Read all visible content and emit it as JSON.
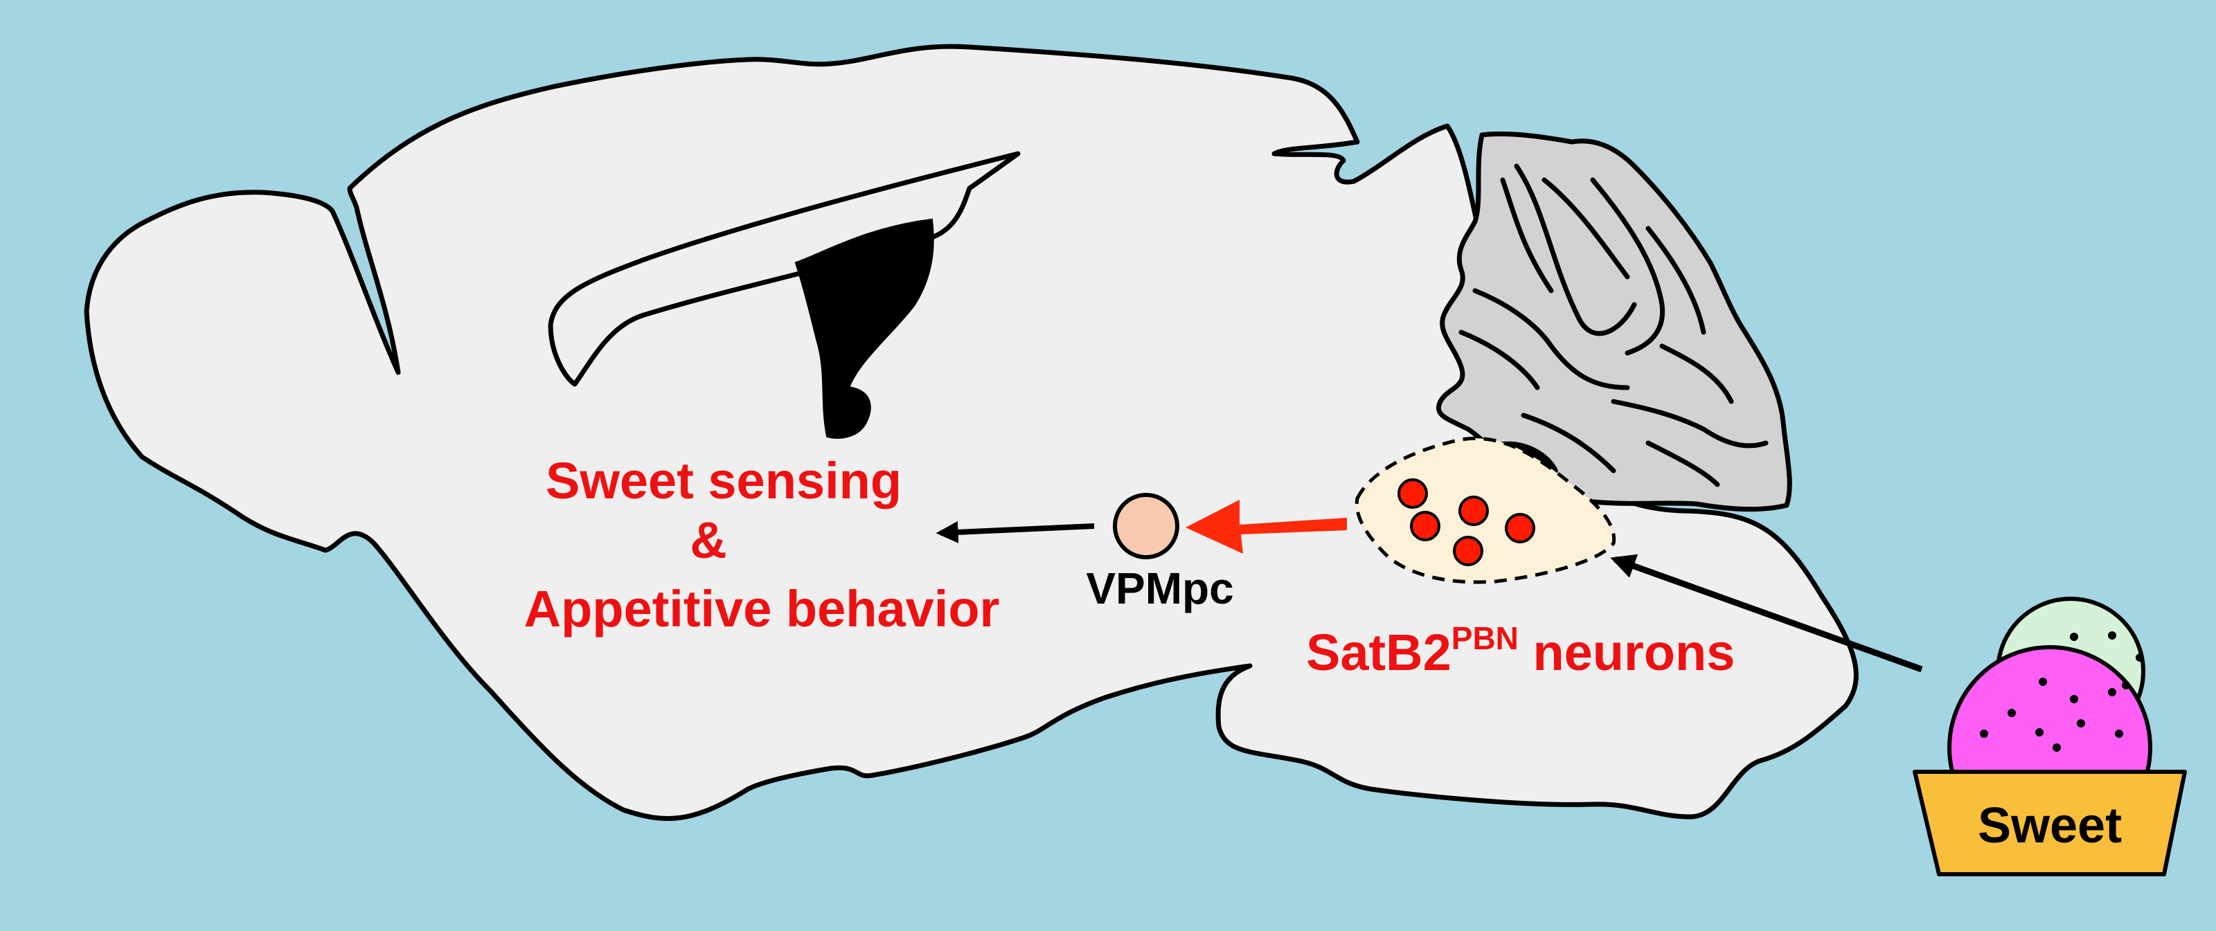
{
  "labels": {
    "function_line1": "Sweet sensing",
    "function_line2": "&",
    "function_line3": "Appetitive behavior",
    "thalamus": "VPMpc",
    "neurons_main": "SatB2",
    "neurons_sup": "PBN",
    "neurons_rest": " neurons",
    "stimulus": "Sweet"
  },
  "colors": {
    "background": "#a3d5e3",
    "brain_fill": "#efefef",
    "cerebellum_fill": "#d2d2d2",
    "pbn_region_fill": "#fdf2d8",
    "neuron_dot": "#ff1a00",
    "label_red": "#ee1111",
    "vpmpc_fill": "#f8cbb0",
    "cup_fill": "#f9be3a",
    "scoop_pink": "#ff5ff5",
    "scoop_mint": "#d4f2d8"
  }
}
